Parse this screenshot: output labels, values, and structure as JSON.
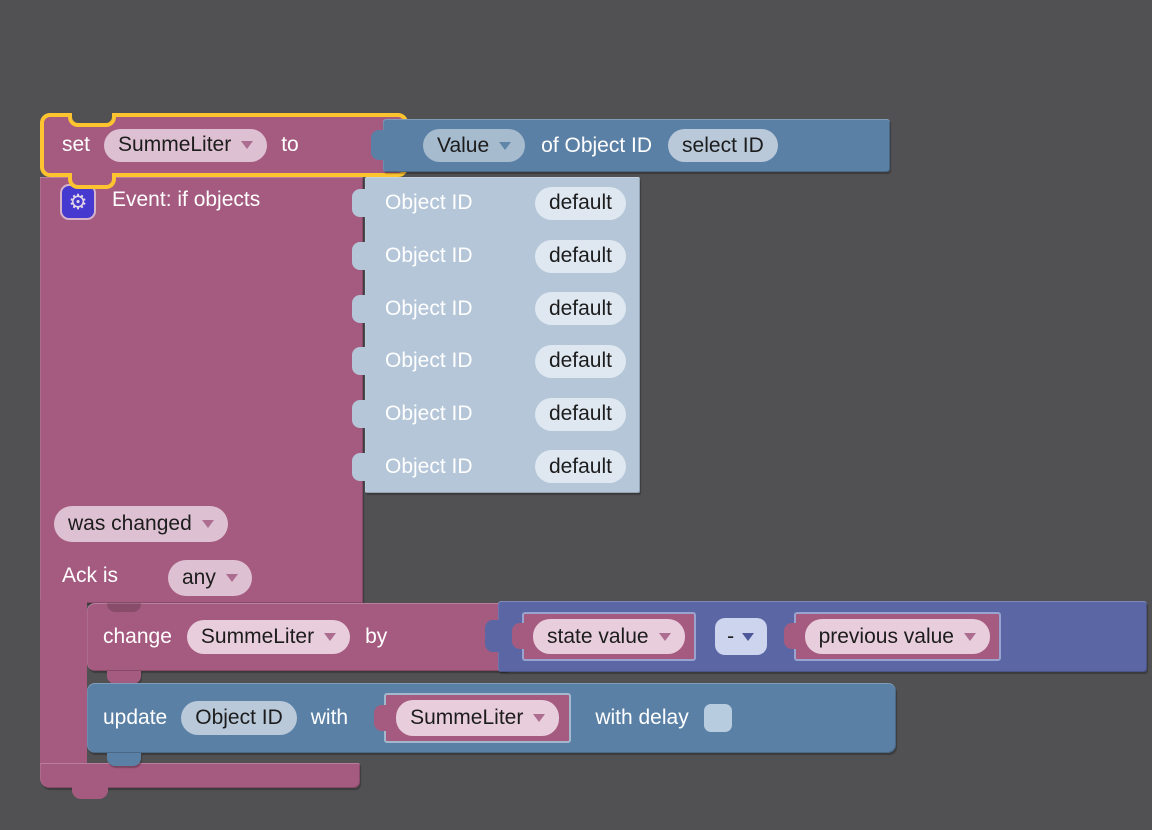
{
  "colors": {
    "canvas": "#515153",
    "selection_outline": "#fdc430",
    "variable_block": "#a55b80",
    "system_block": "#5b80a5",
    "math_block": "#5b67a5",
    "shadow_block": "#b4c6d8",
    "gear_button": "#4639cf"
  },
  "set_block": {
    "keyword": "set",
    "variable": "SummeLiter",
    "to_label": "to"
  },
  "value_block": {
    "attribute": "Value",
    "of_label": "of Object ID",
    "id_button": "select ID"
  },
  "event_block": {
    "gear_glyph": "⚙",
    "title": "Event: if objects",
    "rows": [
      {
        "label": "Object ID",
        "value": "default"
      },
      {
        "label": "Object ID",
        "value": "default"
      },
      {
        "label": "Object ID",
        "value": "default"
      },
      {
        "label": "Object ID",
        "value": "default"
      },
      {
        "label": "Object ID",
        "value": "default"
      },
      {
        "label": "Object ID",
        "value": "default"
      }
    ],
    "condition": "was changed",
    "ack_label": "Ack is",
    "ack_value": "any"
  },
  "change_block": {
    "keyword": "change",
    "variable": "SummeLiter",
    "by_label": "by"
  },
  "math_block": {
    "left_operand": "state value",
    "operator": "-",
    "right_operand": "previous value"
  },
  "update_block": {
    "keyword": "update",
    "object_button": "Object ID",
    "with_label": "with",
    "variable": "SummeLiter",
    "delay_label": "with delay"
  }
}
